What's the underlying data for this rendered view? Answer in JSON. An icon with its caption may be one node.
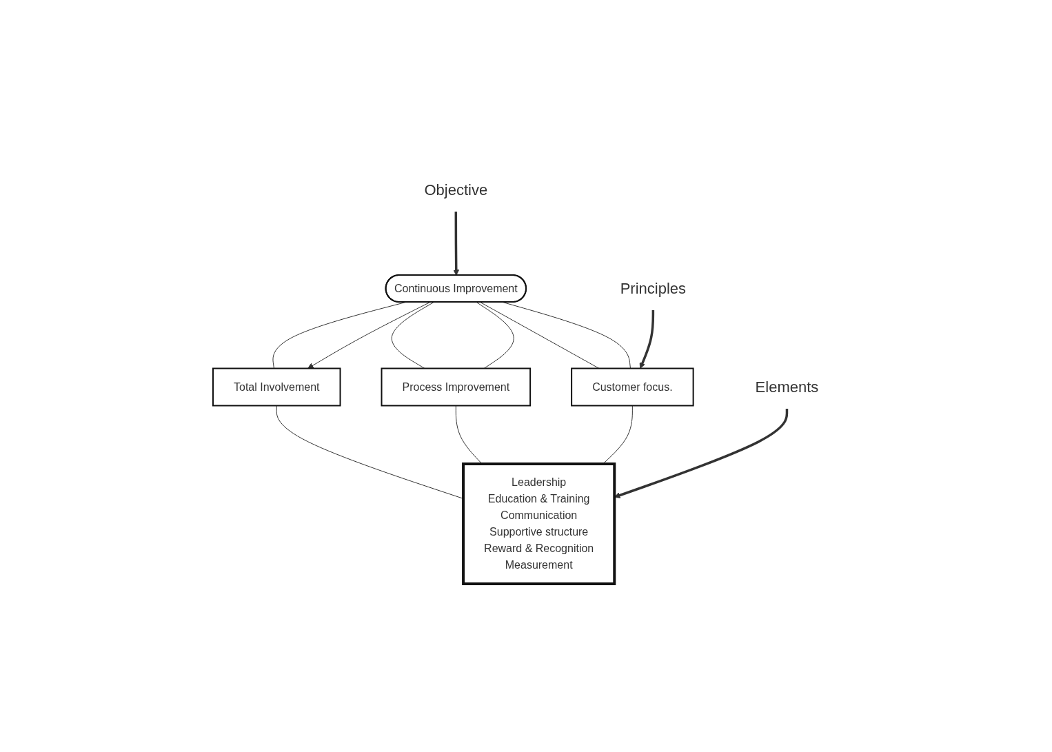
{
  "diagram": {
    "nodes": [
      {
        "text": [
          "Continuous Improvement"
        ]
      },
      {
        "text": [
          "Objective"
        ]
      },
      {
        "text": [
          "Customer focus."
        ]
      },
      {
        "text": [
          "Process Improvement"
        ]
      },
      {
        "text": [
          "Total Involvement"
        ]
      },
      {
        "text": [
          "Principles"
        ]
      },
      {
        "text": [
          "Leadership",
          "Education & Training",
          "Communication",
          "Supportive structure",
          "Reward & Recognition",
          "Measurement"
        ]
      },
      {
        "text": [
          "Elements"
        ]
      }
    ],
    "edges": [
      {
        "from": 1,
        "to": 0,
        "arrow": "to",
        "style": "thick"
      },
      {
        "from": 0,
        "to": 2,
        "arrow": "none"
      },
      {
        "from": 0,
        "to": 2,
        "arrow": "none"
      },
      {
        "from": 0,
        "to": 3,
        "arrow": "none"
      },
      {
        "from": 0,
        "to": 3,
        "arrow": "none"
      },
      {
        "from": 0,
        "to": 4,
        "arrow": "to"
      },
      {
        "from": 0,
        "to": 4,
        "arrow": "none"
      },
      {
        "from": 5,
        "to": 2,
        "arrow": "to",
        "style": "thick"
      },
      {
        "from": 2,
        "to": 6,
        "arrow": "none"
      },
      {
        "from": 3,
        "to": 6,
        "arrow": "none"
      },
      {
        "from": 4,
        "to": 6,
        "arrow": "none"
      },
      {
        "from": 7,
        "to": 6,
        "arrow": "to",
        "style": "thick"
      }
    ]
  }
}
